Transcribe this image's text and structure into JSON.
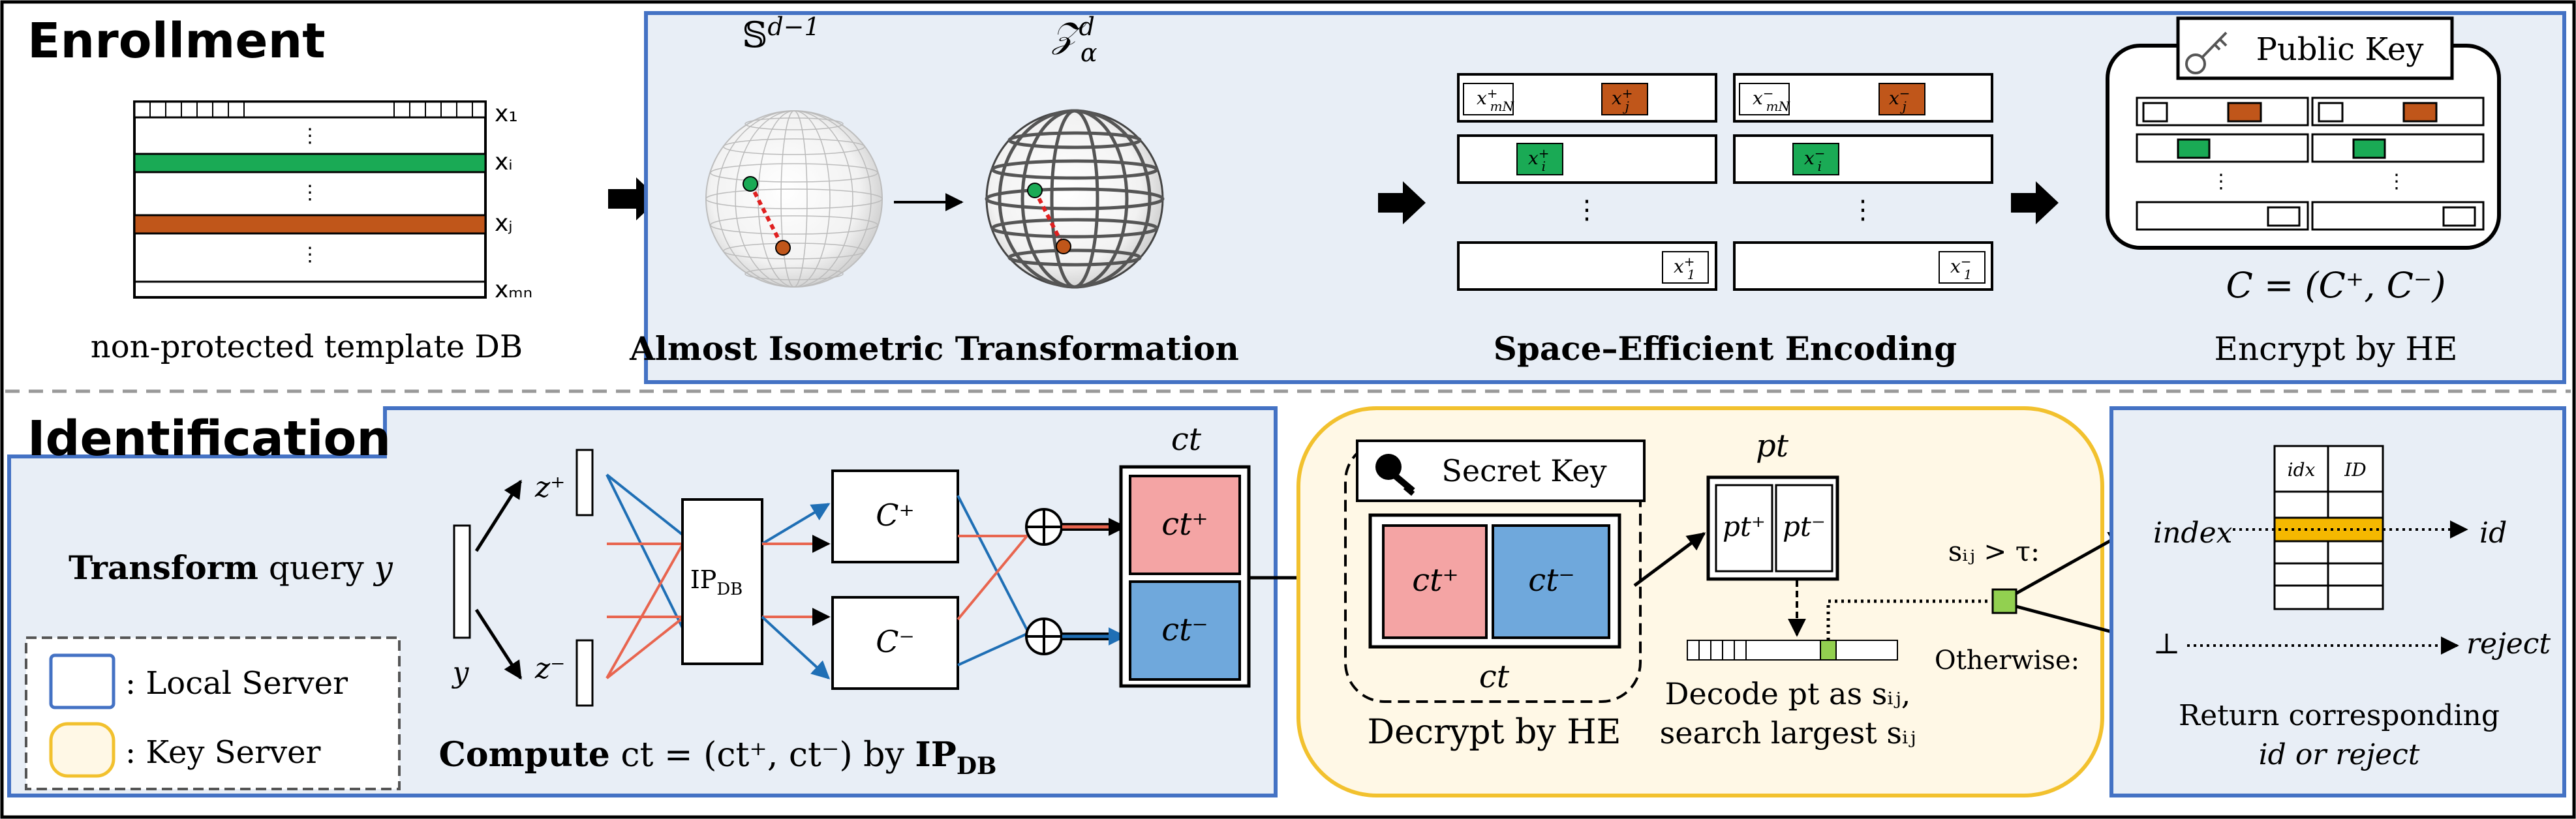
{
  "enrollment": {
    "title": "Enrollment",
    "db": {
      "rows": [
        "x₁",
        "xᵢ",
        "xⱼ",
        "xₘₙ"
      ],
      "caption": "non-protected template DB"
    },
    "transformation": {
      "sphere_left_label": "𝕊",
      "sphere_left_sup": "d−1",
      "sphere_right_label": "𝒵",
      "sphere_right_sup": "d",
      "sphere_right_sub": "α",
      "caption": "Almost Isometric Transformation"
    },
    "encoding": {
      "caption": "Space–Efficient Encoding",
      "cells": {
        "xmn_plus": "x",
        "xmn_plus_sup": "+",
        "xmn_plus_sub": "mN",
        "xj_plus": "x",
        "xj_plus_sup": "+",
        "xj_plus_sub": "j",
        "xi_plus": "x",
        "xi_plus_sup": "+",
        "xi_plus_sub": "i",
        "x1_plus": "x",
        "x1_plus_sup": "+",
        "x1_plus_sub": "1",
        "xmn_minus": "x",
        "xmn_minus_sup": "−",
        "xmn_minus_sub": "mN",
        "xj_minus": "x",
        "xj_minus_sup": "−",
        "xj_minus_sub": "j",
        "xi_minus": "x",
        "xi_minus_sup": "−",
        "xi_minus_sub": "i",
        "x1_minus": "x",
        "x1_minus_sup": "−",
        "x1_minus_sub": "1"
      }
    },
    "encrypt": {
      "public_key": "Public Key",
      "formula": "C = (C⁺, C⁻)",
      "caption": "Encrypt by HE"
    }
  },
  "identification": {
    "title": "Identification",
    "transform_bold": "Transform",
    "transform_rest": " query ",
    "transform_var": "y",
    "query_label": "y",
    "z_plus": "z⁺",
    "z_minus": "z⁻",
    "ipdb": "IP",
    "ipdb_sub": "DB",
    "c_plus": "C⁺",
    "c_minus": "C⁻",
    "ct_label": "ct",
    "ct_plus": "ct⁺",
    "ct_minus": "ct⁻",
    "compute_bold": "Compute",
    "compute_rest": " ct = (ct⁺, ct⁻) by ",
    "compute_ip": "IP",
    "compute_ip_sub": "DB",
    "legend": {
      "local": ": Local Server",
      "key": ": Key Server"
    },
    "decrypt": {
      "secret_key": "Secret Key",
      "ct_plus": "ct⁺",
      "ct_minus": "ct⁻",
      "ct_label": "ct",
      "caption": "Decrypt by HE"
    },
    "decode": {
      "pt_label": "pt",
      "pt_plus": "pt⁺",
      "pt_minus": "pt⁻",
      "cond": "sᵢⱼ > τ:",
      "otherwise": "Otherwise:",
      "caption1": "Decode pt as sᵢⱼ,",
      "caption2": "search largest sᵢⱼ"
    },
    "result": {
      "col_idx": "idx",
      "col_id": "ID",
      "index": "index",
      "id": "id",
      "bottom": "⊥",
      "reject": "reject",
      "caption1": "Return corresponding",
      "caption2": "id or reject"
    }
  },
  "colors": {
    "border_blue": "#4472C4",
    "green": "#1AAA55",
    "orange": "#C0561A",
    "ct_plus_fill": "#F4A4A4",
    "ct_minus_fill": "#6FA8DC",
    "key_server_fill": "#FFF8E6",
    "key_server_border": "#F2C12E",
    "gold": "#F5B800",
    "red_line": "#E8654F",
    "blue_line": "#1F6FB5",
    "light_green": "#92D050"
  }
}
